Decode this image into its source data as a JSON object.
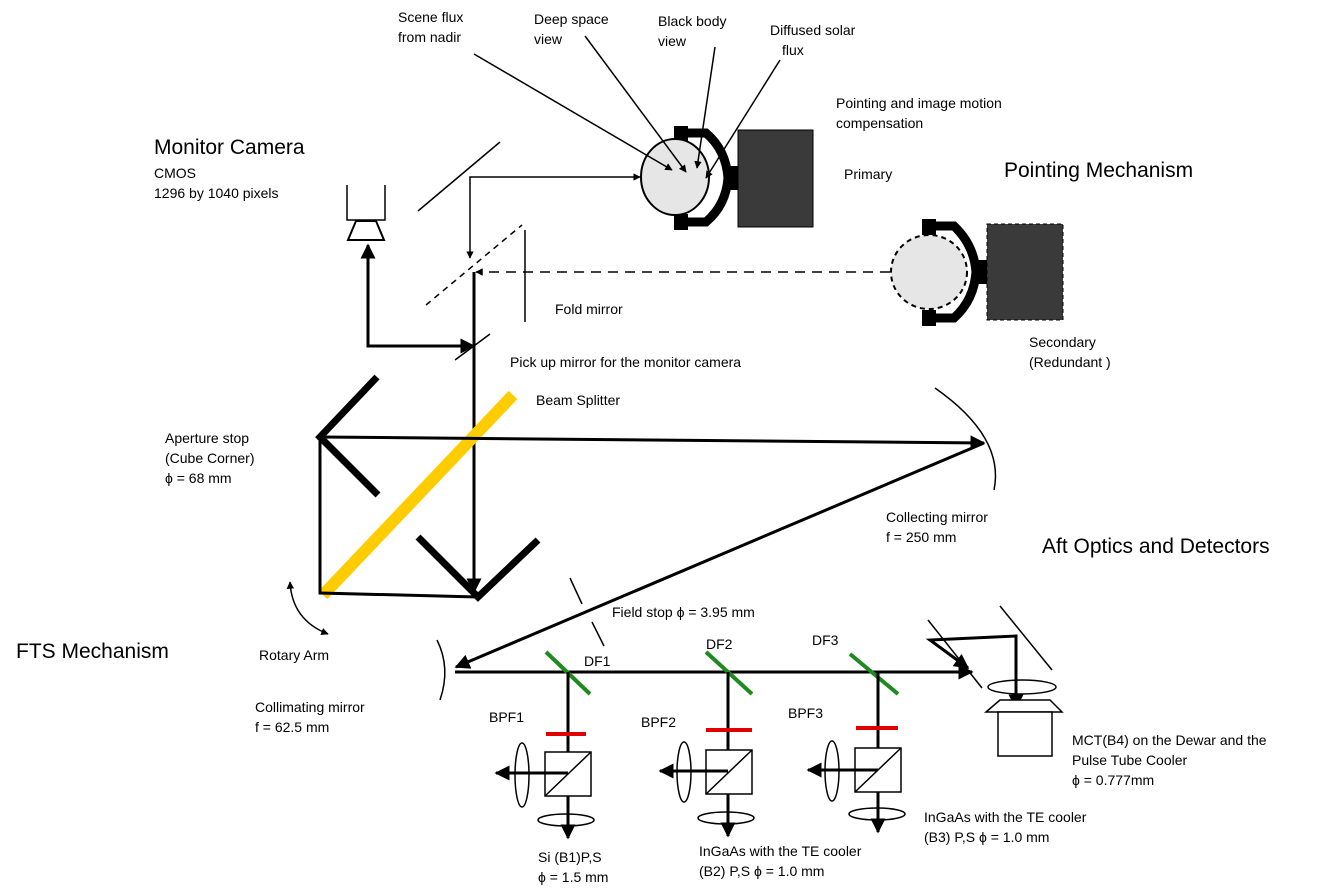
{
  "labels": {
    "scene_flux": [
      "Scene flux",
      "from nadir"
    ],
    "deep_space": [
      "Deep space",
      "view"
    ],
    "black_body": [
      "Black body",
      "view"
    ],
    "diffused_solar": [
      "Diffused solar",
      "flux"
    ],
    "pointing_comp": [
      "Pointing    and    image    motion",
      "compensation"
    ],
    "primary": "Primary",
    "pointing_mechanism": "Pointing  Mechanism",
    "monitor_camera": "Monitor Camera",
    "cmos": [
      "CMOS",
      "1296 by 1040 pixels"
    ],
    "fold_mirror": "Fold mirror",
    "secondary": [
      "Secondary",
      "(Redundant )"
    ],
    "pickup_mirror": "Pick up mirror for the monitor camera",
    "beam_splitter": "Beam Splitter",
    "aperture_stop": [
      "Aperture stop",
      "(Cube Corner)",
      "ϕ = 68 mm"
    ],
    "collecting_mirror": [
      "Collecting mirror",
      " f = 250 mm"
    ],
    "aft_optics": "Aft Optics  and Detectors",
    "field_stop": "Field stop ϕ = 3.95 mm",
    "fts_mechanism": "FTS  Mechanism",
    "rotary_arm": "Rotary Arm",
    "collimating_mirror": [
      "Collimating mirror",
      " f = 62.5 mm"
    ],
    "df1": "DF1",
    "df2": "DF2",
    "df3": "DF3",
    "bpf1": "BPF1",
    "bpf2": "BPF2",
    "bpf3": "BPF3",
    "mct": [
      "MCT(B4) on the Dewar and the",
      "Pulse Tube Cooler",
      "ϕ = 0.777mm"
    ],
    "si_b1": [
      "Si (B1)P,S",
      "ϕ = 1.5 mm"
    ],
    "ingaas_b2": [
      "InGaAs with the TE cooler",
      "(B2) P,S ϕ = 1.0 mm"
    ],
    "ingaas_b3": [
      "InGaAs with the TE cooler",
      "(B3) P,S ϕ = 1.0 mm"
    ]
  },
  "colors": {
    "beam_splitter": "#ffcc00",
    "dichroic": "#1f8a1f",
    "bandpass": "#e00000",
    "mechanism_body": "#3a3a3a",
    "scan_target": "#e6e6e6"
  }
}
